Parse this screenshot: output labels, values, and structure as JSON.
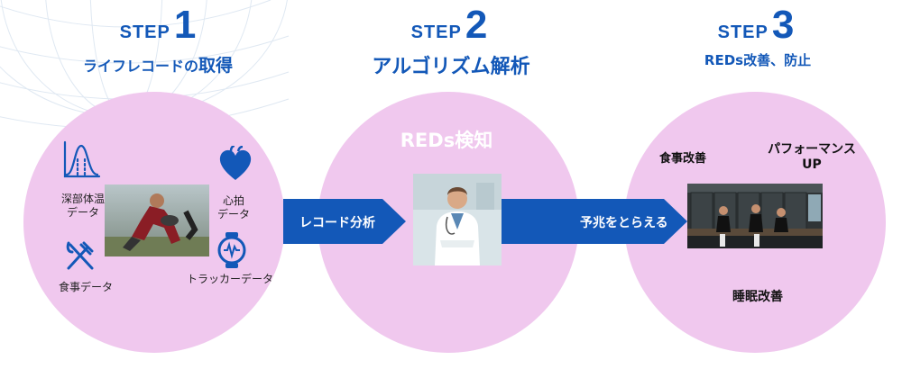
{
  "step1": {
    "label": "STEP",
    "number": "1",
    "title_a": "ライフレコードの",
    "title_b": "取得"
  },
  "step2": {
    "label": "STEP",
    "number": "2",
    "title": "アルゴリズム解析"
  },
  "step3": {
    "label": "STEP",
    "number": "3",
    "title": "REDs改善、防止"
  },
  "circle1": {
    "body_temp": [
      "深部体温",
      "データ"
    ],
    "heart_rate": [
      "心拍",
      "データ"
    ],
    "meal": "食事データ",
    "tracker": "トラッカーデータ"
  },
  "circle2": {
    "title": "REDs検知"
  },
  "circle3": {
    "meal": "食事改善",
    "performance": [
      "パフォーマンス",
      "UP"
    ],
    "sleep": "睡眠改善"
  },
  "arrow1": {
    "label": "レコード分析"
  },
  "arrow2": {
    "label": "予兆をとらえる"
  },
  "colors": {
    "accent": "#1358b8",
    "circle": "#f0c8ee",
    "arrow": "#1358b8"
  },
  "icons": [
    "temperature-curve-icon",
    "heart-icon",
    "fork-knife-icon",
    "smartwatch-icon"
  ]
}
